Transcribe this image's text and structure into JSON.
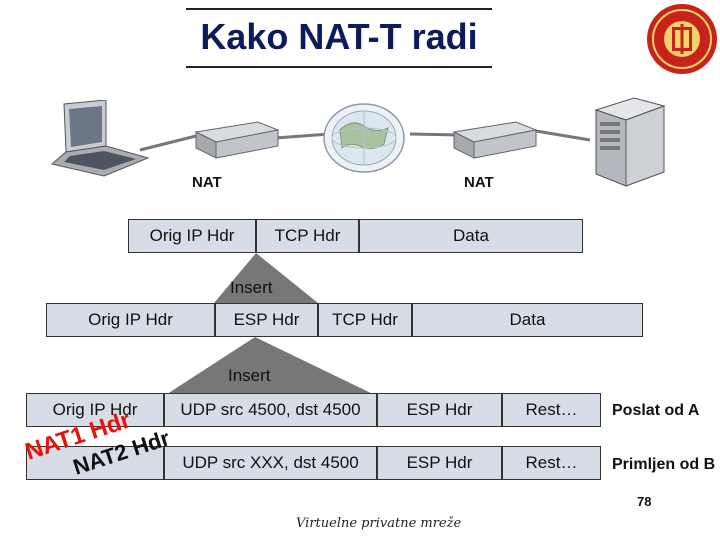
{
  "title": "Kako NAT-T radi",
  "nat_labels": [
    "NAT",
    "NAT"
  ],
  "row1": {
    "cells": [
      "Orig IP Hdr",
      "TCP Hdr",
      "Data"
    ]
  },
  "insert1": "Insert",
  "row2": {
    "cells": [
      "Orig IP Hdr",
      "ESP Hdr",
      "TCP Hdr",
      "Data"
    ]
  },
  "insert2": "Insert",
  "row3": {
    "orig": "Orig IP Hdr",
    "udp": "UDP src 4500, dst 4500",
    "esp": "ESP Hdr",
    "rest": "Rest…",
    "note": "Poslat od A"
  },
  "row4": {
    "udp": "UDP src XXX, dst 4500",
    "esp": "ESP Hdr",
    "rest": "Rest…",
    "note": "Primljen od B",
    "overlay_red": "NAT1 Hdr",
    "overlay_black": "NAT2 Hdr"
  },
  "footer": "Virtuelne privatne mreže",
  "page_number": "78",
  "colors": {
    "title": "#0d1a5c",
    "box_fill": "#d7dde6",
    "overlay_red": "#e4130b",
    "insert_triangle": "#777777"
  }
}
